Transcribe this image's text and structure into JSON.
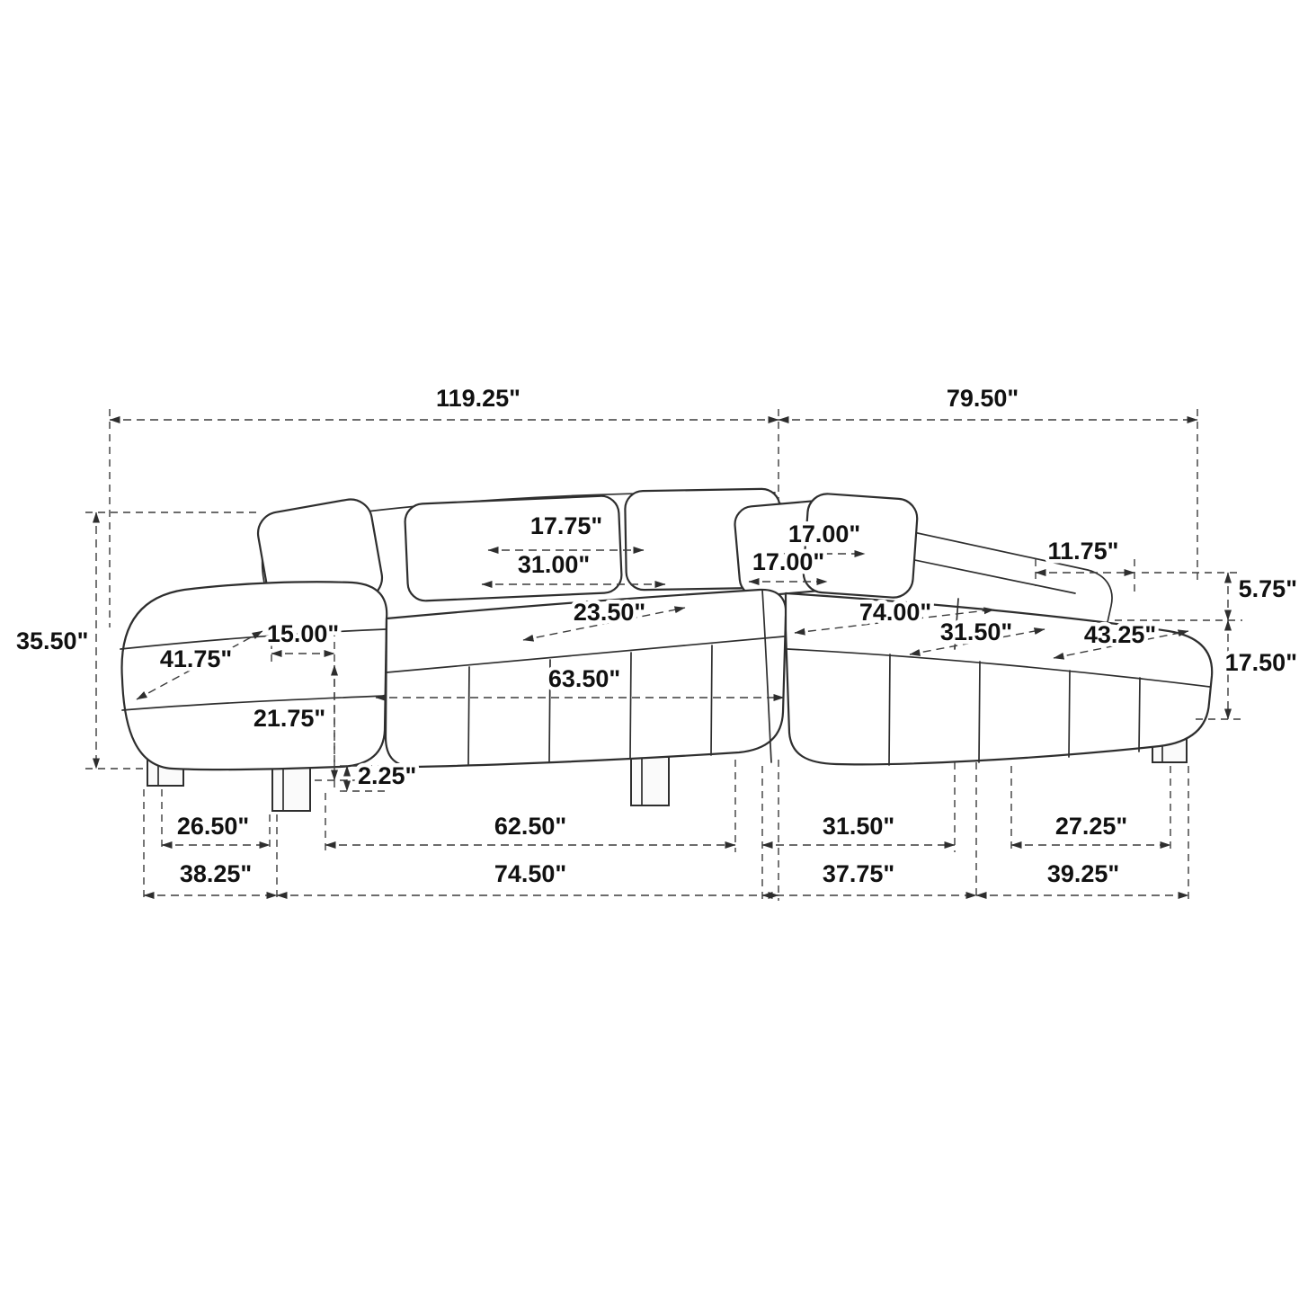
{
  "diagram": {
    "subject": "sectional-sofa-with-chaise-dimension-drawing",
    "unit": "inches",
    "labels": {
      "overall_width": "119.25\"",
      "chaise_overall_depth": "79.50\"",
      "back_cushion_width": "17.75\"",
      "back_cushion_pair_width": "31.00\"",
      "accent_pillow_right_width": "17.00\"",
      "accent_pillow_left_width": "17.00\"",
      "right_arm_top_width": "11.75\"",
      "right_arm_rise": "5.75\"",
      "overall_height": "35.50\"",
      "left_arm_depth": "41.75\"",
      "left_arm_width": "15.00\"",
      "seat_back_depth": "23.50\"",
      "chaise_inner_length": "74.00\"",
      "chaise_seat_width": "31.50\"",
      "chaise_cushion_length": "43.25\"",
      "seat_height": "17.50\"",
      "seat_cushion_width": "63.50\"",
      "arm_height": "21.75\"",
      "leg_inset": "2.25\"",
      "front_leg_span_left": "26.50\"",
      "seat_base_span": "62.50\"",
      "leg_span_right": "31.50\"",
      "chaise_leg_span": "27.25\"",
      "left_base_depth": "38.25\"",
      "base_span_center": "74.50\"",
      "right_base_span": "37.75\"",
      "chaise_base_depth": "39.25\""
    }
  }
}
